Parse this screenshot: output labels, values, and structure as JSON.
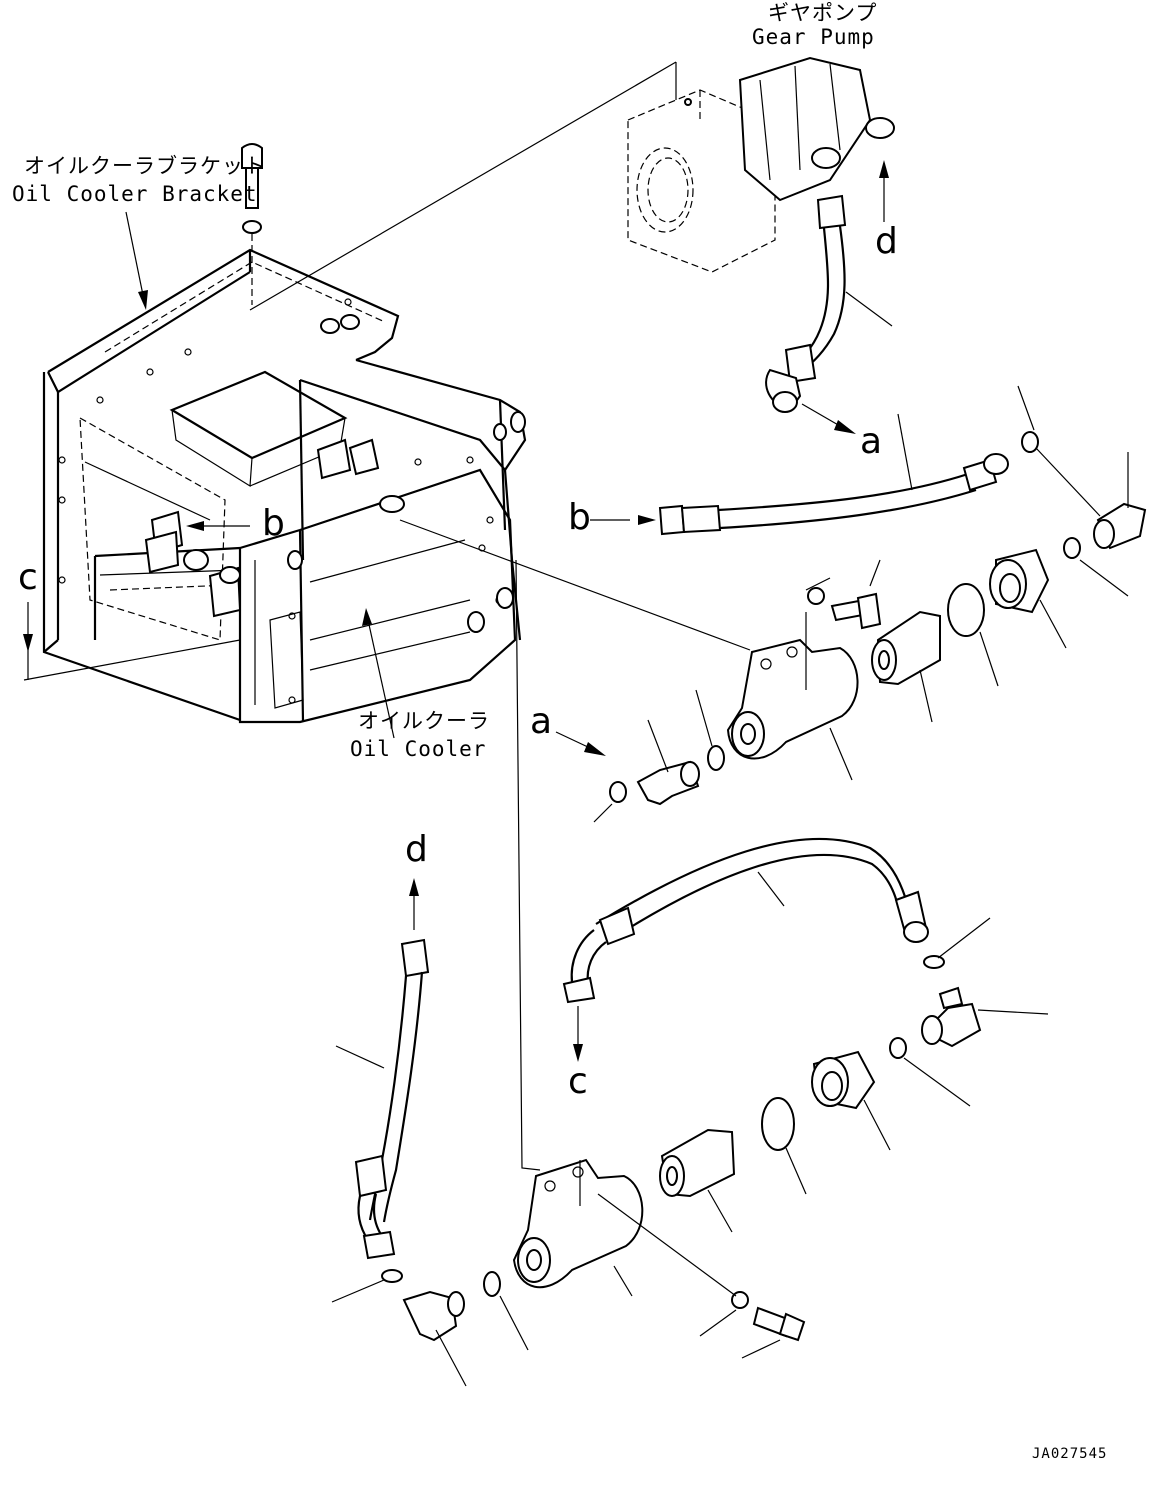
{
  "labels": {
    "gear_pump_jp": "ギヤポンプ",
    "gear_pump_en": "Gear Pump",
    "bracket_jp": "オイルクーラブラケット",
    "bracket_en": "Oil Cooler Bracket",
    "cooler_jp": "オイルクーラ",
    "cooler_en": "Oil Cooler"
  },
  "connection_letters": {
    "a1": "a",
    "a2": "a",
    "b1": "b",
    "b2": "b",
    "c1": "c",
    "c2": "c",
    "d1": "d",
    "d2": "d"
  },
  "drawing_code": "JA027545"
}
